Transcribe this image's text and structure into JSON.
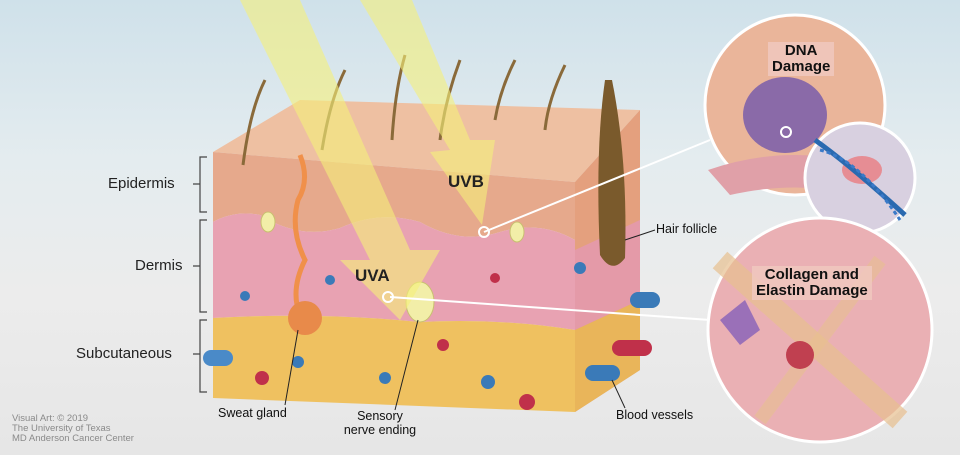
{
  "layers": {
    "epidermis": "Epidermis",
    "dermis": "Dermis",
    "subcutaneous": "Subcutaneous"
  },
  "rays": {
    "uvb": "UVB",
    "uva": "UVA"
  },
  "structures": {
    "hair_follicle": "Hair follicle",
    "sweat_gland": "Sweat gland",
    "sensory_nerve_line1": "Sensory",
    "sensory_nerve_line2": "nerve ending",
    "blood_vessels": "Blood vessels"
  },
  "insets": {
    "dna_line1": "DNA",
    "dna_line2": "Damage",
    "collagen_line1": "Collagen and",
    "collagen_line2": "Elastin Damage"
  },
  "credit": {
    "line1": "Visual Art: © 2019",
    "line2": "The University of Texas",
    "line3": "MD Anderson Cancer Center"
  },
  "colors": {
    "epidermis": "#e6a98c",
    "dermis": "#e8a2b2",
    "subcutaneous": "#efc160",
    "uv_beam": "#f5f07a"
  }
}
